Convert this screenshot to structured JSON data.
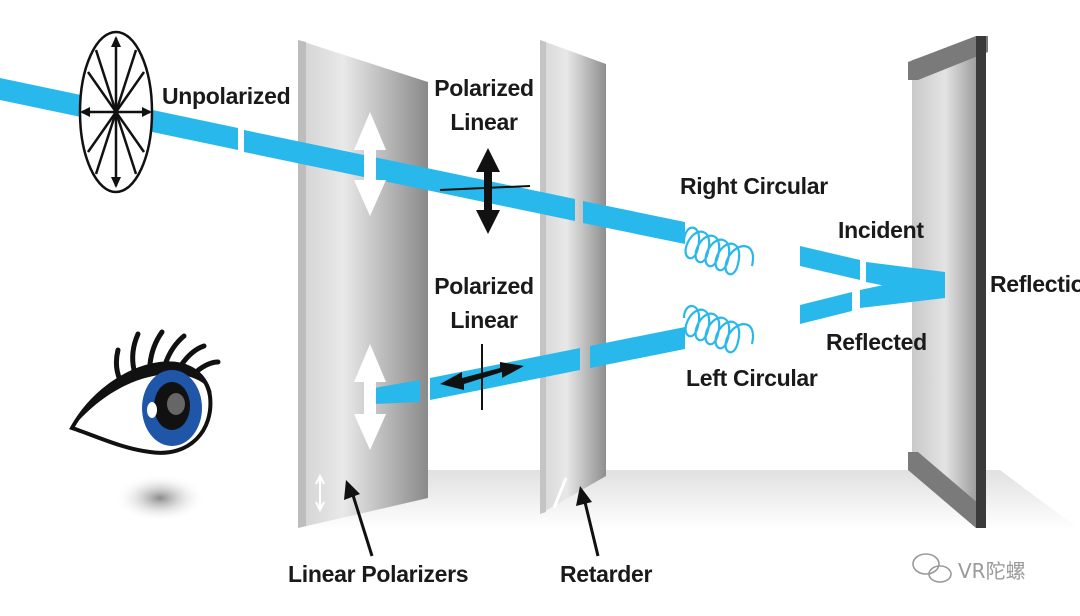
{
  "labels": {
    "unpolarized": "Unpolarized",
    "polarized_linear_top_1": "Polarized",
    "polarized_linear_top_2": "Linear",
    "polarized_linear_bottom_1": "Polarized",
    "polarized_linear_bottom_2": "Linear",
    "right_circular": "Right Circular",
    "left_circular": "Left Circular",
    "incident": "Incident",
    "reflected": "Reflected",
    "reflection": "Reflection",
    "linear_polarizers": "Linear Polarizers",
    "retarder": "Retarder"
  },
  "watermark": {
    "text": "VR陀螺",
    "icon": "wechat-icon"
  },
  "colors": {
    "beam": "#29b8ec",
    "panel_light": "#e6e6e6",
    "panel_dark": "#8c8c8c",
    "iris": "#1f56a8",
    "text": "#1a1a1a"
  }
}
